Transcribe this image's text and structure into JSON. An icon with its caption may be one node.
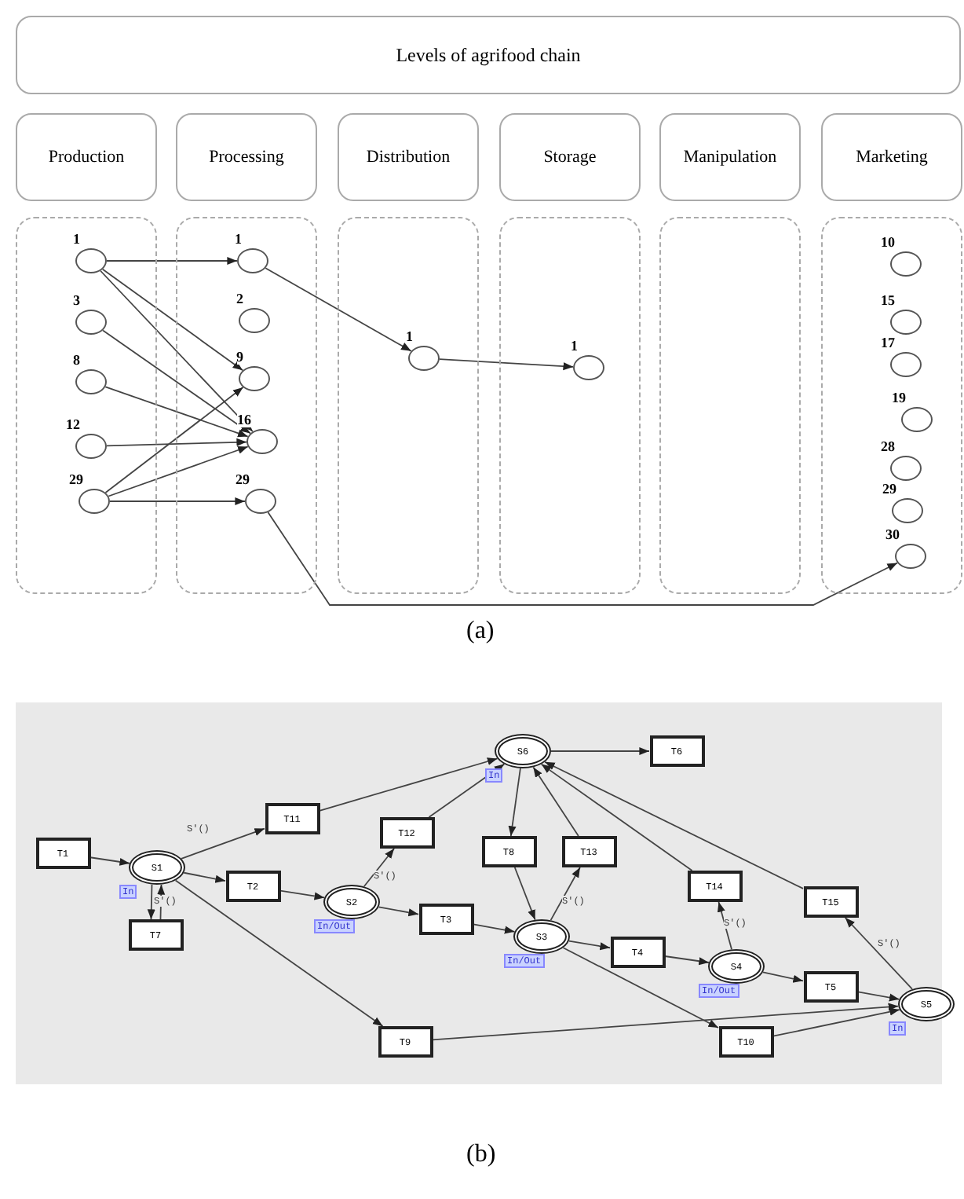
{
  "diagram": {
    "nodes": [
      {
        "text": [
          "Levels of agrifood chain"
        ]
      },
      {
        "text": [
          "Production"
        ]
      },
      {
        "text": [
          "Processing"
        ]
      },
      {
        "text": [
          "Distribution"
        ]
      },
      {
        "text": [
          "Storage"
        ]
      },
      {
        "text": [
          "Manipulation"
        ]
      },
      {
        "text": [
          "Marketing"
        ]
      },
      {
        "text": [],
        "shape": "box"
      },
      {
        "text": [],
        "shape": "box"
      },
      {
        "text": [],
        "shape": "box"
      },
      {
        "text": [],
        "shape": "box"
      },
      {
        "text": [],
        "shape": "box"
      },
      {
        "text": [],
        "shape": "box"
      },
      {
        "text": [],
        "shape": "circle",
        "in": 7,
        "beside": [
          "1"
        ]
      },
      {
        "text": [],
        "shape": "circle",
        "in": 7,
        "beside": [
          "3"
        ]
      },
      {
        "text": [],
        "shape": "circle",
        "in": 7,
        "beside": [
          "8"
        ]
      },
      {
        "text": [],
        "shape": "circle",
        "in": 7,
        "beside": [
          "12"
        ]
      },
      {
        "text": [],
        "shape": "circle",
        "in": 7,
        "beside": [
          "29"
        ]
      },
      {
        "text": [],
        "shape": "circle",
        "in": 8,
        "beside": [
          "1"
        ]
      },
      {
        "text": [],
        "shape": "circle",
        "in": 8,
        "beside": [
          "2"
        ]
      },
      {
        "text": [],
        "shape": "circle",
        "in": 8,
        "beside": [
          "9"
        ]
      },
      {
        "text": [],
        "shape": "circle",
        "in": 8,
        "beside": [
          "16"
        ]
      },
      {
        "text": [],
        "shape": "circle",
        "in": 8,
        "beside": [
          "29"
        ]
      },
      {
        "text": [],
        "shape": "circle",
        "in": 9,
        "beside": [
          "1"
        ]
      },
      {
        "text": [],
        "shape": "circle",
        "in": 10,
        "beside": [
          "1"
        ]
      },
      {
        "text": [],
        "shape": "circle",
        "in": 12,
        "beside": [
          "10"
        ]
      },
      {
        "text": [],
        "shape": "circle",
        "in": 12,
        "beside": [
          "15"
        ]
      },
      {
        "text": [],
        "shape": "circle",
        "in": 12,
        "beside": [
          "17"
        ]
      },
      {
        "text": [],
        "shape": "circle",
        "in": 12,
        "beside": [
          "19"
        ]
      },
      {
        "text": [],
        "shape": "circle",
        "in": 12,
        "beside": [
          "28"
        ]
      },
      {
        "text": [],
        "shape": "circle",
        "in": 12,
        "beside": [
          "29"
        ]
      },
      {
        "text": [],
        "shape": "circle",
        "in": 12,
        "beside": [
          "30"
        ]
      },
      {
        "text": [
          "T1"
        ]
      },
      {
        "text": [
          "S1"
        ],
        "beside": [
          "In"
        ]
      },
      {
        "text": [
          "T11"
        ]
      },
      {
        "text": [
          "T2"
        ]
      },
      {
        "text": [
          "T7"
        ]
      },
      {
        "text": [
          "T12"
        ]
      },
      {
        "text": [
          "S2"
        ],
        "beside": [
          "In/Out"
        ]
      },
      {
        "text": [
          "T3"
        ]
      },
      {
        "text": [
          "S6"
        ],
        "beside": [
          "In"
        ]
      },
      {
        "text": [
          "T6"
        ]
      },
      {
        "text": [
          "T8"
        ]
      },
      {
        "text": [
          "T13"
        ]
      },
      {
        "text": [
          "S3"
        ],
        "beside": [
          "In/Out"
        ]
      },
      {
        "text": [
          "T4"
        ]
      },
      {
        "text": [
          "T14"
        ]
      },
      {
        "text": [
          "S4"
        ],
        "beside": [
          "In/Out"
        ]
      },
      {
        "text": [
          "T15"
        ]
      },
      {
        "text": [
          "T5"
        ]
      },
      {
        "text": [
          "S5"
        ],
        "beside": [
          "In"
        ]
      },
      {
        "text": [
          "T9"
        ]
      },
      {
        "text": [
          "T10"
        ]
      }
    ],
    "edges": [
      {
        "from": 13,
        "to": 18,
        "arrow": "to"
      },
      {
        "from": 13,
        "to": 20,
        "arrow": "to"
      },
      {
        "from": 13,
        "to": 21,
        "arrow": "to"
      },
      {
        "from": 14,
        "to": 21,
        "arrow": "to"
      },
      {
        "from": 15,
        "to": 21,
        "arrow": "to"
      },
      {
        "from": 16,
        "to": 21,
        "arrow": "to"
      },
      {
        "from": 17,
        "to": 20,
        "arrow": "to"
      },
      {
        "from": 17,
        "to": 21,
        "arrow": "to"
      },
      {
        "from": 17,
        "to": 22,
        "arrow": "to"
      },
      {
        "from": 18,
        "to": 23,
        "arrow": "to"
      },
      {
        "from": 23,
        "to": 24,
        "arrow": "to"
      },
      {
        "from": 22,
        "to": 31,
        "arrow": "to"
      },
      {
        "from": 32,
        "to": 33,
        "arrow": "to"
      },
      {
        "from": 33,
        "to": 34,
        "arrow": "to",
        "label": "S'()"
      },
      {
        "from": 33,
        "to": 35,
        "arrow": "to"
      },
      {
        "from": 33,
        "to": 36,
        "arrow": "to"
      },
      {
        "from": 36,
        "to": 33,
        "arrow": "to",
        "label": "S'()"
      },
      {
        "from": 33,
        "to": 51,
        "arrow": "to"
      },
      {
        "from": 34,
        "to": 40,
        "arrow": "to"
      },
      {
        "from": 35,
        "to": 38,
        "arrow": "to"
      },
      {
        "from": 38,
        "to": 37,
        "arrow": "to",
        "label": "S'()"
      },
      {
        "from": 38,
        "to": 39,
        "arrow": "to"
      },
      {
        "from": 37,
        "to": 40,
        "arrow": "to"
      },
      {
        "from": 39,
        "to": 44,
        "arrow": "to"
      },
      {
        "from": 40,
        "to": 42,
        "arrow": "to"
      },
      {
        "from": 42,
        "to": 44,
        "arrow": "to"
      },
      {
        "from": 44,
        "to": 43,
        "arrow": "to",
        "label": "S'()"
      },
      {
        "from": 43,
        "to": 40,
        "arrow": "to"
      },
      {
        "from": 44,
        "to": 45,
        "arrow": "to"
      },
      {
        "from": 44,
        "to": 52,
        "arrow": "to"
      },
      {
        "from": 45,
        "to": 47,
        "arrow": "to"
      },
      {
        "from": 47,
        "to": 46,
        "arrow": "to",
        "label": "S'()"
      },
      {
        "from": 47,
        "to": 49,
        "arrow": "to"
      },
      {
        "from": 46,
        "to": 40,
        "arrow": "to"
      },
      {
        "from": 48,
        "to": 40,
        "arrow": "to"
      },
      {
        "from": 50,
        "to": 48,
        "arrow": "to",
        "label": "S'()"
      },
      {
        "from": 49,
        "to": 50,
        "arrow": "to"
      },
      {
        "from": 51,
        "to": 50,
        "arrow": "to"
      },
      {
        "from": 52,
        "to": 50,
        "arrow": "to"
      },
      {
        "from": 40,
        "to": 41,
        "arrow": "to"
      }
    ],
    "labels": [
      "(a)",
      "(b)"
    ]
  }
}
